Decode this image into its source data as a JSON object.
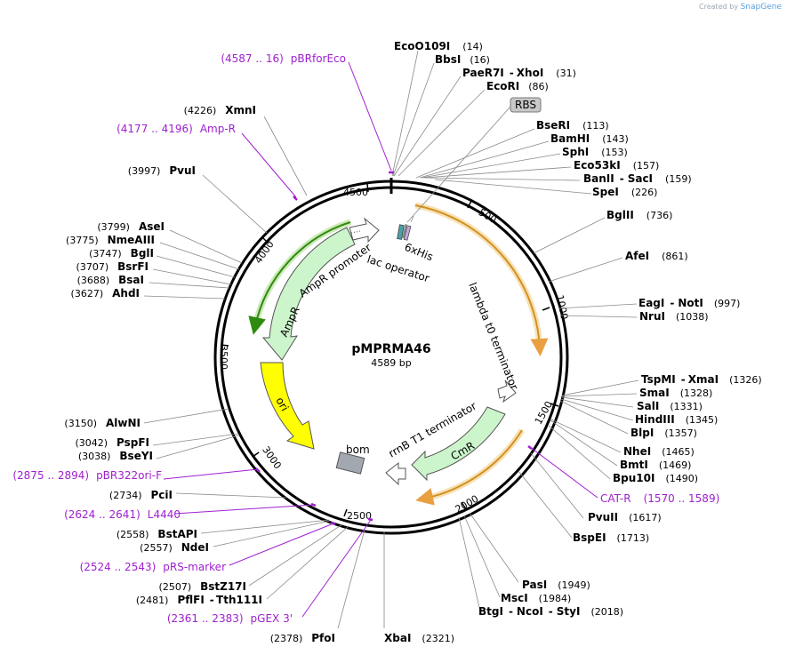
{
  "credit": {
    "prefix": "Created by",
    "brand": "SnapGene"
  },
  "plasmid": {
    "name": "pMPRMA46",
    "length": "4589 bp"
  },
  "ticks": [
    "500",
    "1000",
    "1500",
    "2000",
    "2500",
    "3000",
    "3500",
    "4000",
    "4500"
  ],
  "features": {
    "rbs": "RBS",
    "his": "6xHis",
    "lac": "lac operator",
    "lambda": "lambda t0 terminator",
    "cmr": "CmR",
    "rrnb": "rrnB T1 terminator",
    "bom": "bom",
    "ori": "ori",
    "ampr": "AmpR",
    "amprp": "AmpR promoter"
  },
  "right_sites": [
    {
      "name": "EcoO109I",
      "pos": "(14)"
    },
    {
      "name": "BbsI",
      "pos": "(16)"
    },
    {
      "name": "PaeR7I",
      "sep": "-",
      "name2": "XhoI",
      "pos": "(31)"
    },
    {
      "name": "EcoRI",
      "pos": "(86)"
    },
    {
      "name": "BseRI",
      "pos": "(113)"
    },
    {
      "name": "BamHI",
      "pos": "(143)"
    },
    {
      "name": "SphI",
      "pos": "(153)"
    },
    {
      "name": "Eco53kI",
      "pos": "(157)"
    },
    {
      "name": "BanII",
      "sep": "-",
      "name2": "SacI",
      "pos": "(159)"
    },
    {
      "name": "SpeI",
      "pos": "(226)"
    },
    {
      "name": "BglII",
      "pos": "(736)"
    },
    {
      "name": "AfeI",
      "pos": "(861)"
    },
    {
      "name": "EagI",
      "sep": "-",
      "name2": "NotI",
      "pos": "(997)"
    },
    {
      "name": "NruI",
      "pos": "(1038)"
    },
    {
      "name": "TspMI",
      "sep": "-",
      "name2": "XmaI",
      "pos": "(1326)"
    },
    {
      "name": "SmaI",
      "pos": "(1328)"
    },
    {
      "name": "SalI",
      "pos": "(1331)"
    },
    {
      "name": "HindIII",
      "pos": "(1345)"
    },
    {
      "name": "BlpI",
      "pos": "(1357)"
    },
    {
      "name": "NheI",
      "pos": "(1465)"
    },
    {
      "name": "BmtI",
      "pos": "(1469)"
    },
    {
      "name": "Bpu10I",
      "pos": "(1490)"
    },
    {
      "name": "PvuII",
      "pos": "(1617)"
    },
    {
      "name": "BspEI",
      "pos": "(1713)"
    },
    {
      "name": "PasI",
      "pos": "(1949)"
    },
    {
      "name": "MscI",
      "pos": "(1984)"
    },
    {
      "name": "BtgI",
      "sep": "-",
      "name2": "NcoI",
      "sep2": "-",
      "name3": "StyI",
      "pos": "(2018)"
    },
    {
      "name": "XbaI",
      "pos": "(2321)"
    }
  ],
  "left_sites": [
    {
      "name": "XmnI",
      "pos": "(4226)"
    },
    {
      "name": "PvuI",
      "pos": "(3997)"
    },
    {
      "name": "AseI",
      "pos": "(3799)"
    },
    {
      "name": "NmeAIII",
      "pos": "(3775)"
    },
    {
      "name": "BglI",
      "pos": "(3747)"
    },
    {
      "name": "BsrFI",
      "pos": "(3707)"
    },
    {
      "name": "BsaI",
      "pos": "(3688)"
    },
    {
      "name": "AhdI",
      "pos": "(3627)"
    },
    {
      "name": "AlwNI",
      "pos": "(3150)"
    },
    {
      "name": "PspFI",
      "pos": "(3042)"
    },
    {
      "name": "BseYI",
      "pos": "(3038)"
    },
    {
      "name": "PciI",
      "pos": "(2734)"
    },
    {
      "name": "BstAPI",
      "pos": "(2558)"
    },
    {
      "name": "NdeI",
      "pos": "(2557)"
    },
    {
      "name": "BstZ17I",
      "pos": "(2507)"
    },
    {
      "name": "PflFI",
      "sep": "-",
      "name2": "Tth111I",
      "pos": "(2481)"
    },
    {
      "name": "PfoI",
      "pos": "(2378)"
    }
  ],
  "primers": [
    {
      "range": "(4587 .. 16)",
      "name": "pBRforEco"
    },
    {
      "range": "(4177 .. 4196)",
      "name": "Amp-R"
    },
    {
      "range": "(2875 .. 2894)",
      "name": "pBR322ori-F"
    },
    {
      "range": "(2624 .. 2641)",
      "name": "L4440"
    },
    {
      "range": "(2524 .. 2543)",
      "name": "pRS-marker"
    },
    {
      "range": "(2361 .. 2383)",
      "name": "pGEX 3'"
    },
    {
      "range": "(1570 .. 1589)",
      "name": "CAT-R"
    }
  ]
}
